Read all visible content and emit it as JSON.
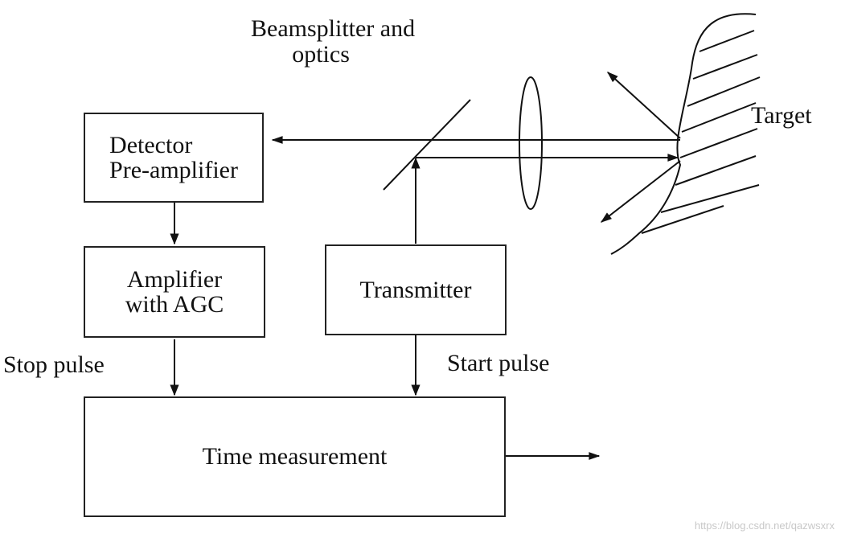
{
  "labels": {
    "beamsplitter_line1": "Beamsplitter and",
    "beamsplitter_line2": "optics",
    "target": "Target",
    "stop_pulse": "Stop pulse",
    "start_pulse": "Start pulse"
  },
  "blocks": {
    "detector_line1": "Detector",
    "detector_line2": "Pre-amplifier",
    "amplifier_line1": "Amplifier",
    "amplifier_line2": "with AGC",
    "transmitter": "Transmitter",
    "time_measurement": "Time measurement"
  },
  "watermark": "https://blog.csdn.net/qazwsxrx"
}
